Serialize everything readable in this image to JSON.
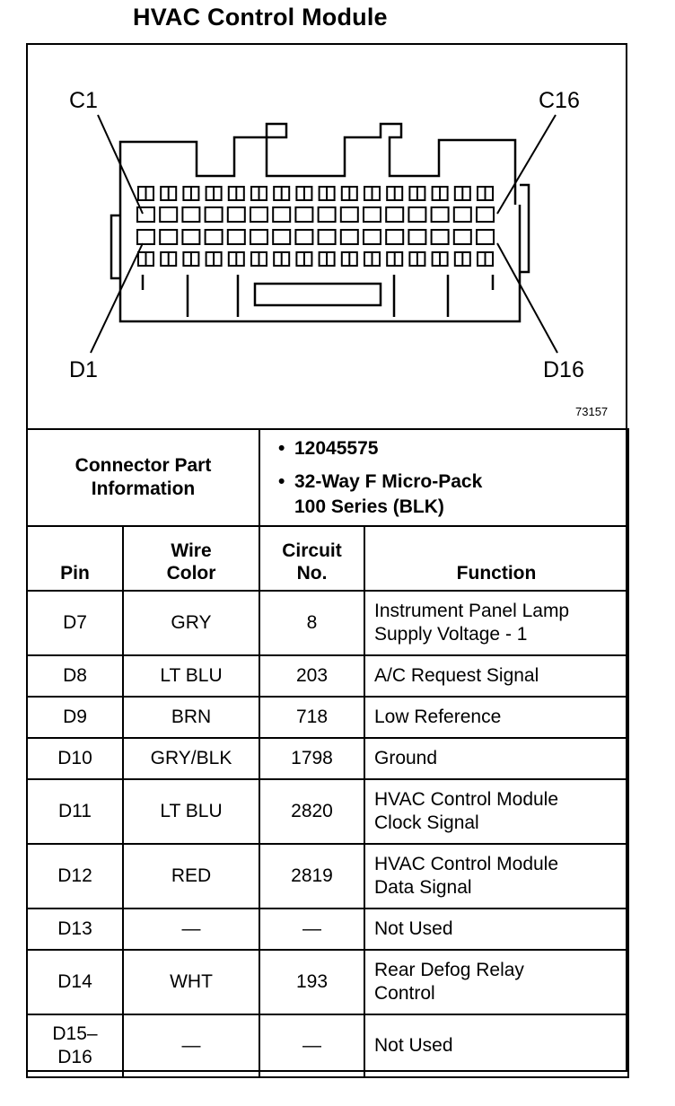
{
  "title": "HVAC Control Module",
  "diagram": {
    "labels": {
      "c1": "C1",
      "c16": "C16",
      "d1": "D1",
      "d16": "D16"
    },
    "ref_number": "73157"
  },
  "connector": {
    "label_line1": "Connector Part",
    "label_line2": "Information",
    "part_number": "12045575",
    "description_line1": "32-Way F Micro-Pack",
    "description_line2": "100 Series (BLK)",
    "bullet": "•"
  },
  "headers": {
    "pin": "Pin",
    "wire_line1": "Wire",
    "wire_line2": "Color",
    "circuit_line1": "Circuit",
    "circuit_line2": "No.",
    "function": "Function"
  },
  "rows": [
    {
      "pin": "D7",
      "wire": "GRY",
      "circuit": "8",
      "function_line1": "Instrument Panel Lamp",
      "function_line2": "Supply Voltage - 1"
    },
    {
      "pin": "D8",
      "wire": "LT BLU",
      "circuit": "203",
      "function_line1": "A/C Request Signal",
      "function_line2": ""
    },
    {
      "pin": "D9",
      "wire": "BRN",
      "circuit": "718",
      "function_line1": "Low Reference",
      "function_line2": ""
    },
    {
      "pin": "D10",
      "wire": "GRY/BLK",
      "circuit": "1798",
      "function_line1": "Ground",
      "function_line2": ""
    },
    {
      "pin": "D11",
      "wire": "LT BLU",
      "circuit": "2820",
      "function_line1": "HVAC Control Module",
      "function_line2": "Clock Signal"
    },
    {
      "pin": "D12",
      "wire": "RED",
      "circuit": "2819",
      "function_line1": "HVAC Control Module",
      "function_line2": "Data Signal"
    },
    {
      "pin": "D13",
      "wire": "—",
      "circuit": "—",
      "function_line1": "Not Used",
      "function_line2": ""
    },
    {
      "pin": "D14",
      "wire": "WHT",
      "circuit": "193",
      "function_line1": "Rear Defog Relay",
      "function_line2": "Control"
    },
    {
      "pin_line1": "D15–",
      "pin_line2": "D16",
      "wire": "—",
      "circuit": "—",
      "function_line1": "Not Used",
      "function_line2": ""
    }
  ]
}
